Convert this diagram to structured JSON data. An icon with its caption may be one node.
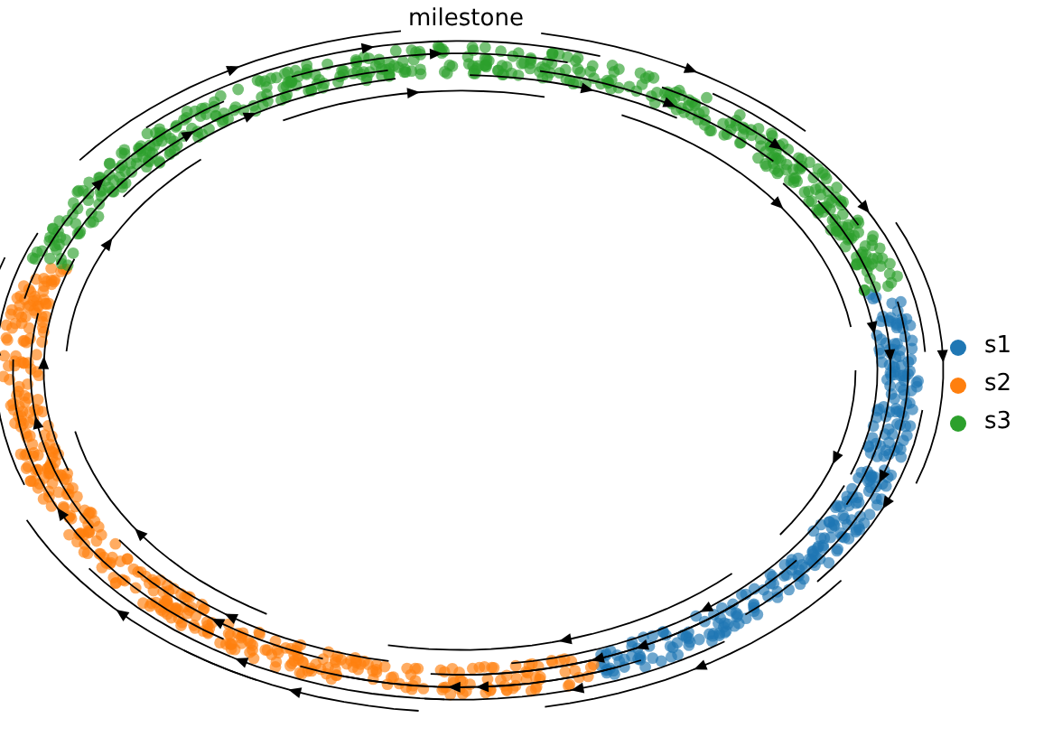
{
  "diagram": {
    "title": "milestone",
    "legend": [
      {
        "text": "s1",
        "color": "#1f77b4"
      },
      {
        "text": "s2",
        "color": "#ff7f0e"
      },
      {
        "text": "s3",
        "color": "#2ca02c"
      }
    ]
  }
}
